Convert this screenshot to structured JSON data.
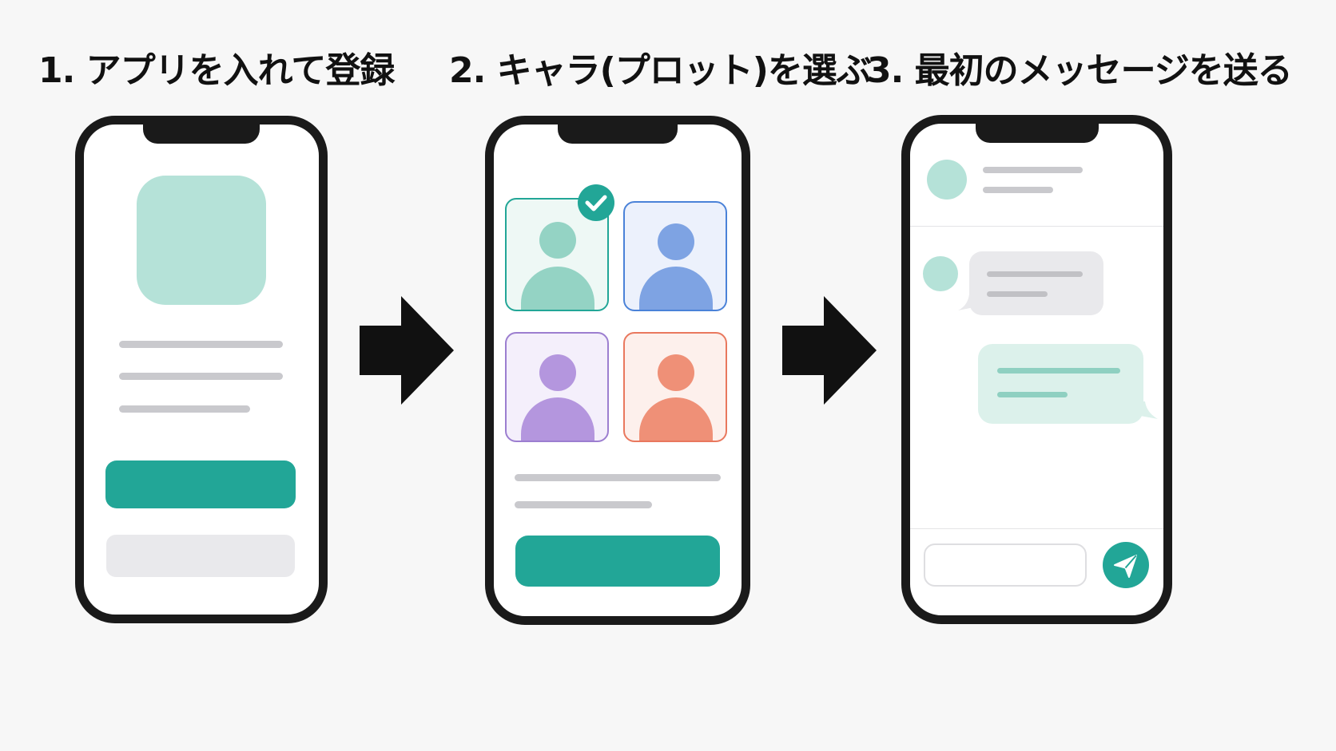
{
  "steps": [
    {
      "title": "1. アプリを入れて登録"
    },
    {
      "title": "2. キャラ(プロット)を選ぶ"
    },
    {
      "title": "3. 最初のメッセージを送る"
    }
  ],
  "colors": {
    "accent": "#22a697",
    "accent_light": "#b5e2d8",
    "gray_line": "#c9c9cd",
    "phone_frame": "#1a1a1a",
    "card_teal": "#22a697",
    "card_blue": "#4a82d8",
    "card_purple": "#9c7ed0",
    "card_orange": "#e9785e"
  },
  "icons": {
    "arrow": "right-arrow-icon",
    "check": "check-icon",
    "send": "send-icon"
  },
  "character_cards": [
    {
      "color": "teal",
      "selected": true
    },
    {
      "color": "blue",
      "selected": false
    },
    {
      "color": "purple",
      "selected": false
    },
    {
      "color": "orange",
      "selected": false
    }
  ]
}
